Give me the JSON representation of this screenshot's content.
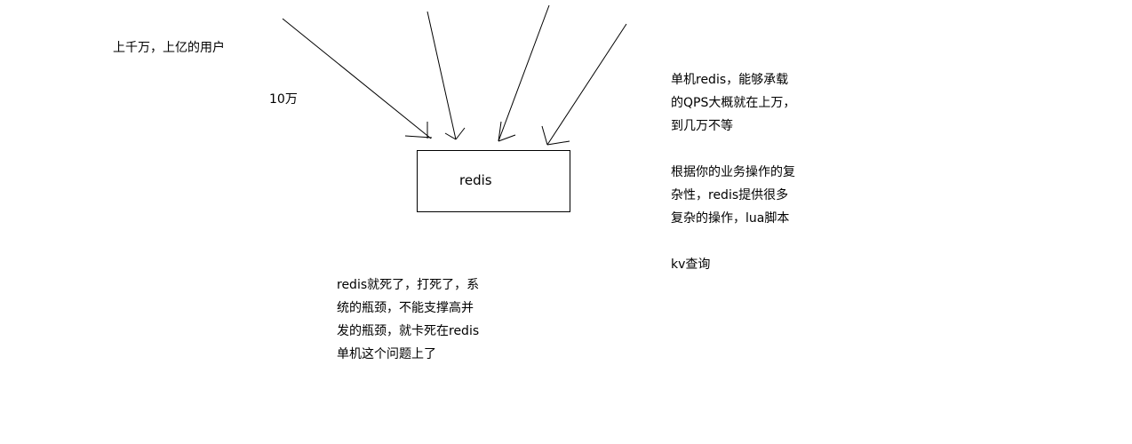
{
  "labels": {
    "users": "上千万，上亿的用户",
    "qps_10w": "10万",
    "redis_box": "redis"
  },
  "right_notes": {
    "capacity": [
      "单机redis，能够承载",
      "的QPS大概就在上万，",
      "到几万不等"
    ],
    "complexity": [
      "根据你的业务操作的复",
      "杂性，redis提供很多",
      "复杂的操作，lua脚本"
    ],
    "kv": "kv查询"
  },
  "bottom_note": [
    "redis就死了，打死了，系",
    "统的瓶颈，不能支撑高并",
    "发的瓶颈，就卡死在redis",
    "单机这个问题上了"
  ],
  "colors": {
    "stroke": "#000000",
    "background": "#ffffff"
  }
}
